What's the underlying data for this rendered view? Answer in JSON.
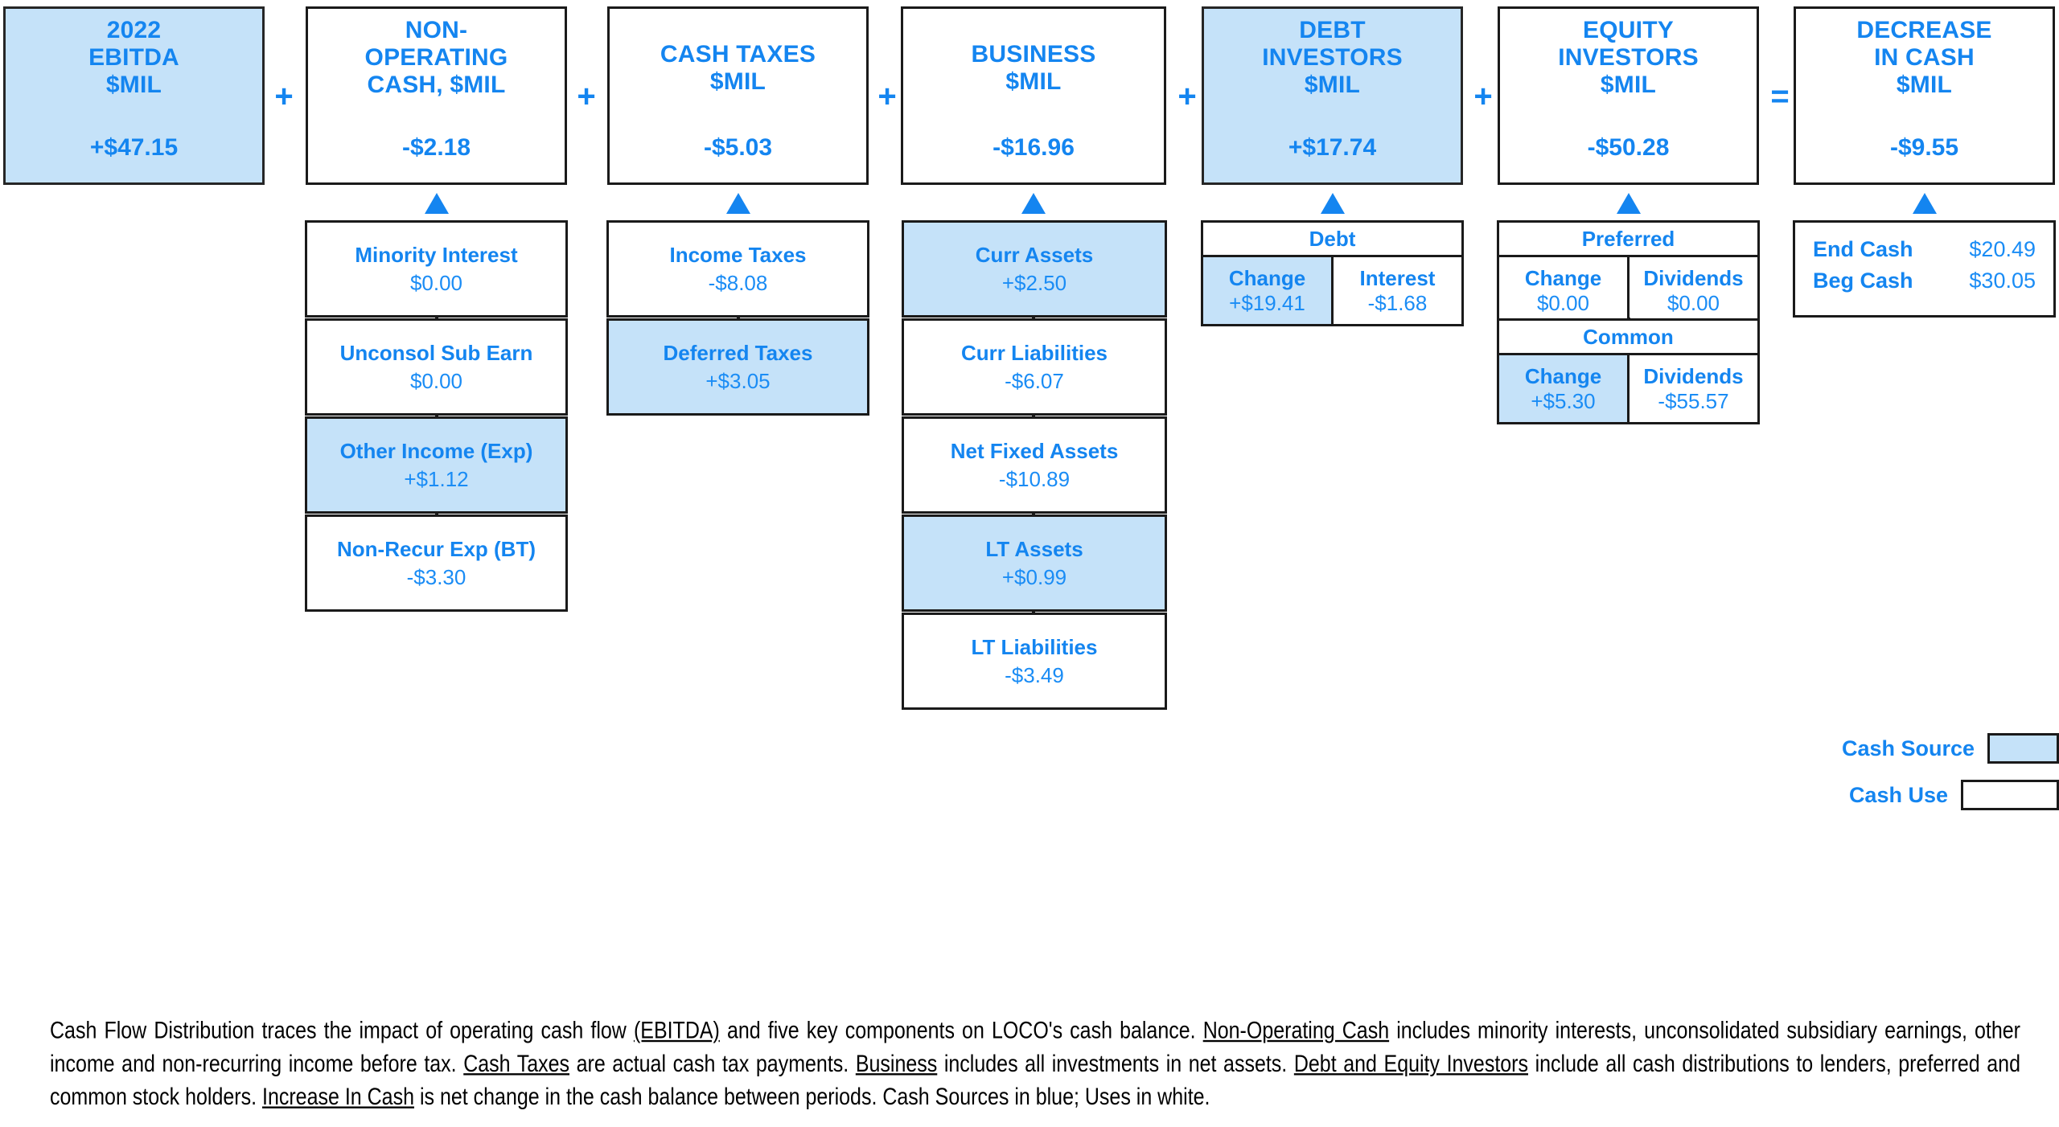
{
  "legend": {
    "cash_source_label": "Cash Source",
    "cash_use_label": "Cash Use"
  },
  "operators": {
    "plus": "+",
    "equals": "="
  },
  "colors": {
    "accent_blue": "#1485f0",
    "value_blue": "#1a8cf5",
    "source_fill": "#c5e2f9",
    "use_fill": "#ffffff",
    "border": "#1a1a1a"
  },
  "columns": [
    {
      "id": "ebitda",
      "title": "2022\nEBITDA\n$MIL",
      "title_lines": [
        "2022",
        "EBITDA",
        "$MIL"
      ],
      "value": "+$47.15",
      "fill": "source",
      "operator_after": "+",
      "children": []
    },
    {
      "id": "non-operating-cash",
      "title_lines": [
        "NON-",
        "OPERATING",
        "CASH, $MIL"
      ],
      "value": "-$2.18",
      "fill": "use",
      "operator_after": "+",
      "children": [
        {
          "label": "Minority Interest",
          "value": "$0.00",
          "fill": "use"
        },
        {
          "label": "Unconsol Sub Earn",
          "value": "$0.00",
          "fill": "use"
        },
        {
          "label": "Other Income (Exp)",
          "value": "+$1.12",
          "fill": "source"
        },
        {
          "label": "Non-Recur Exp (BT)",
          "value": "-$3.30",
          "fill": "use"
        }
      ]
    },
    {
      "id": "cash-taxes",
      "title_lines": [
        "CASH TAXES",
        "$MIL"
      ],
      "value": "-$5.03",
      "fill": "use",
      "operator_after": "+",
      "children": [
        {
          "label": "Income Taxes",
          "value": "-$8.08",
          "fill": "use"
        },
        {
          "label": "Deferred Taxes",
          "value": "+$3.05",
          "fill": "source"
        }
      ]
    },
    {
      "id": "business",
      "title_lines": [
        "BUSINESS",
        "$MIL"
      ],
      "value": "-$16.96",
      "fill": "use",
      "operator_after": "+",
      "children": [
        {
          "label": "Curr Assets",
          "value": "+$2.50",
          "fill": "source"
        },
        {
          "label": "Curr Liabilities",
          "value": "-$6.07",
          "fill": "use"
        },
        {
          "label": "Net Fixed Assets",
          "value": "-$10.89",
          "fill": "use"
        },
        {
          "label": "LT Assets",
          "value": "+$0.99",
          "fill": "source"
        },
        {
          "label": "LT Liabilities",
          "value": "-$3.49",
          "fill": "use"
        }
      ]
    },
    {
      "id": "debt-investors",
      "title_lines": [
        "DEBT",
        "INVESTORS",
        "$MIL"
      ],
      "value": "+$17.74",
      "fill": "source",
      "operator_after": "+",
      "tables": [
        {
          "heading": "Debt",
          "cells": [
            {
              "label": "Change",
              "value": "+$19.41",
              "fill": "source"
            },
            {
              "label": "Interest",
              "value": "-$1.68",
              "fill": "use"
            }
          ]
        }
      ]
    },
    {
      "id": "equity-investors",
      "title_lines": [
        "EQUITY",
        "INVESTORS",
        "$MIL"
      ],
      "value": "-$50.28",
      "fill": "use",
      "operator_after": "=",
      "tables": [
        {
          "heading": "Preferred",
          "cells": [
            {
              "label": "Change",
              "value": "$0.00",
              "fill": "use"
            },
            {
              "label": "Dividends",
              "value": "$0.00",
              "fill": "use"
            }
          ]
        },
        {
          "heading": "Common",
          "cells": [
            {
              "label": "Change",
              "value": "+$5.30",
              "fill": "source"
            },
            {
              "label": "Dividends",
              "value": "-$55.57",
              "fill": "use"
            }
          ]
        }
      ]
    },
    {
      "id": "decrease-in-cash",
      "title_lines": [
        "DECREASE",
        "IN CASH",
        "$MIL"
      ],
      "value": "-$9.55",
      "fill": "use",
      "operator_after": "",
      "cash_summary": [
        {
          "label": "End Cash",
          "value": "$20.49"
        },
        {
          "label": "Beg Cash",
          "value": "$30.05"
        }
      ]
    }
  ],
  "footnote": {
    "line1_a": "Cash Flow Distribution traces the impact of operating cash flow ",
    "line1_u1": "(EBITDA)",
    "line1_b": " and five key components on LOCO's cash balance. ",
    "line1_u2": "Non-Operating  Cash",
    "line1_c": " includes minority interests,",
    "line2_a": "unconsolidated subsidiary earnings, other income and non-recurring  income before tax. ",
    "line2_u1": "Cash Taxes",
    "line2_b": " are actual cash tax payments. ",
    "line2_u2": "Business",
    "line2_c": " includes all investments in net assets.",
    "line3_u1": "Debt and Equity Investors",
    "line3_a": " include all cash distributions to lenders, preferred and common stock holders. ",
    "line3_u2": "Increase In Cash",
    "line3_b": " is net change in the cash balance between periods. Cash",
    "line4": "Sources in blue; Uses in white."
  }
}
